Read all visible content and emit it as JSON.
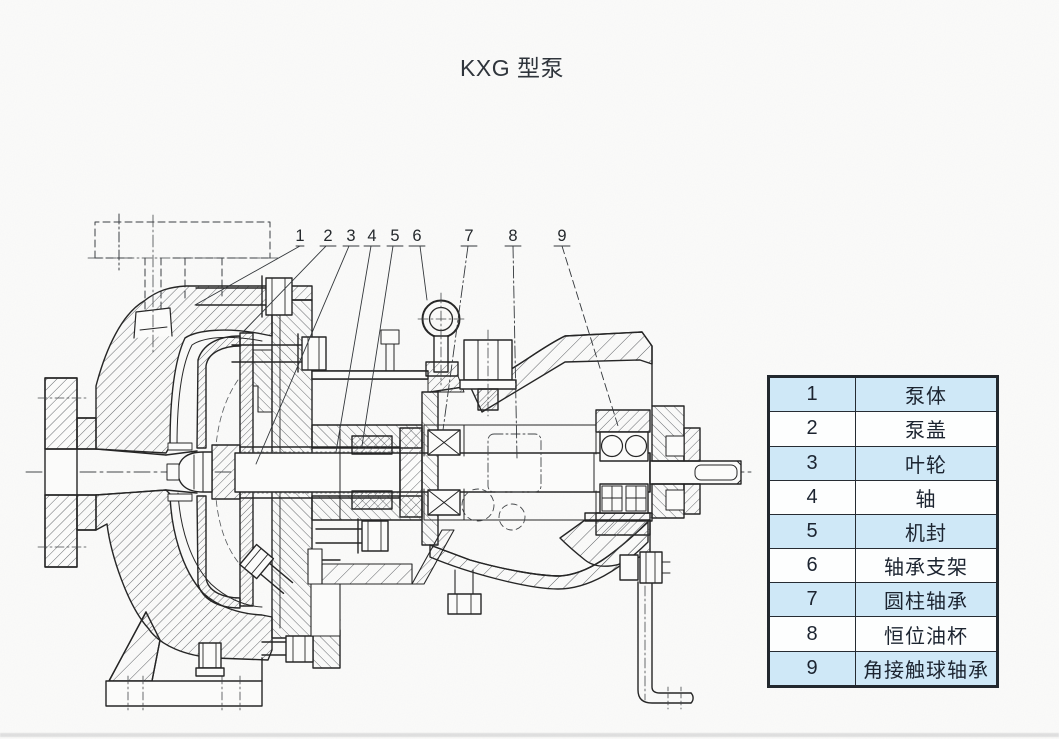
{
  "page": {
    "title": "KXG 型泵"
  },
  "palette": {
    "background": "#fbfbfa",
    "ink": "#262626",
    "table_row_blue": "#cfe8f7",
    "table_row_white": "#fdfefe",
    "table_border": "#22282e"
  },
  "callouts": [
    {
      "n": "1",
      "part": "泵体"
    },
    {
      "n": "2",
      "part": "泵盖"
    },
    {
      "n": "3",
      "part": "叶轮"
    },
    {
      "n": "4",
      "part": "轴"
    },
    {
      "n": "5",
      "part": "机封"
    },
    {
      "n": "6",
      "part": "轴承支架"
    },
    {
      "n": "7",
      "part": "圆柱轴承"
    },
    {
      "n": "8",
      "part": "恒位油杯"
    },
    {
      "n": "9",
      "part": "角接触球轴承"
    }
  ],
  "legend": {
    "rows": [
      {
        "no": "1",
        "name": "泵体"
      },
      {
        "no": "2",
        "name": "泵盖"
      },
      {
        "no": "3",
        "name": "叶轮"
      },
      {
        "no": "4",
        "name": "轴"
      },
      {
        "no": "5",
        "name": "机封"
      },
      {
        "no": "6",
        "name": "轴承支架"
      },
      {
        "no": "7",
        "name": "圆柱轴承"
      },
      {
        "no": "8",
        "name": "恒位油杯"
      },
      {
        "no": "9",
        "name": "角接触球轴承"
      }
    ]
  }
}
